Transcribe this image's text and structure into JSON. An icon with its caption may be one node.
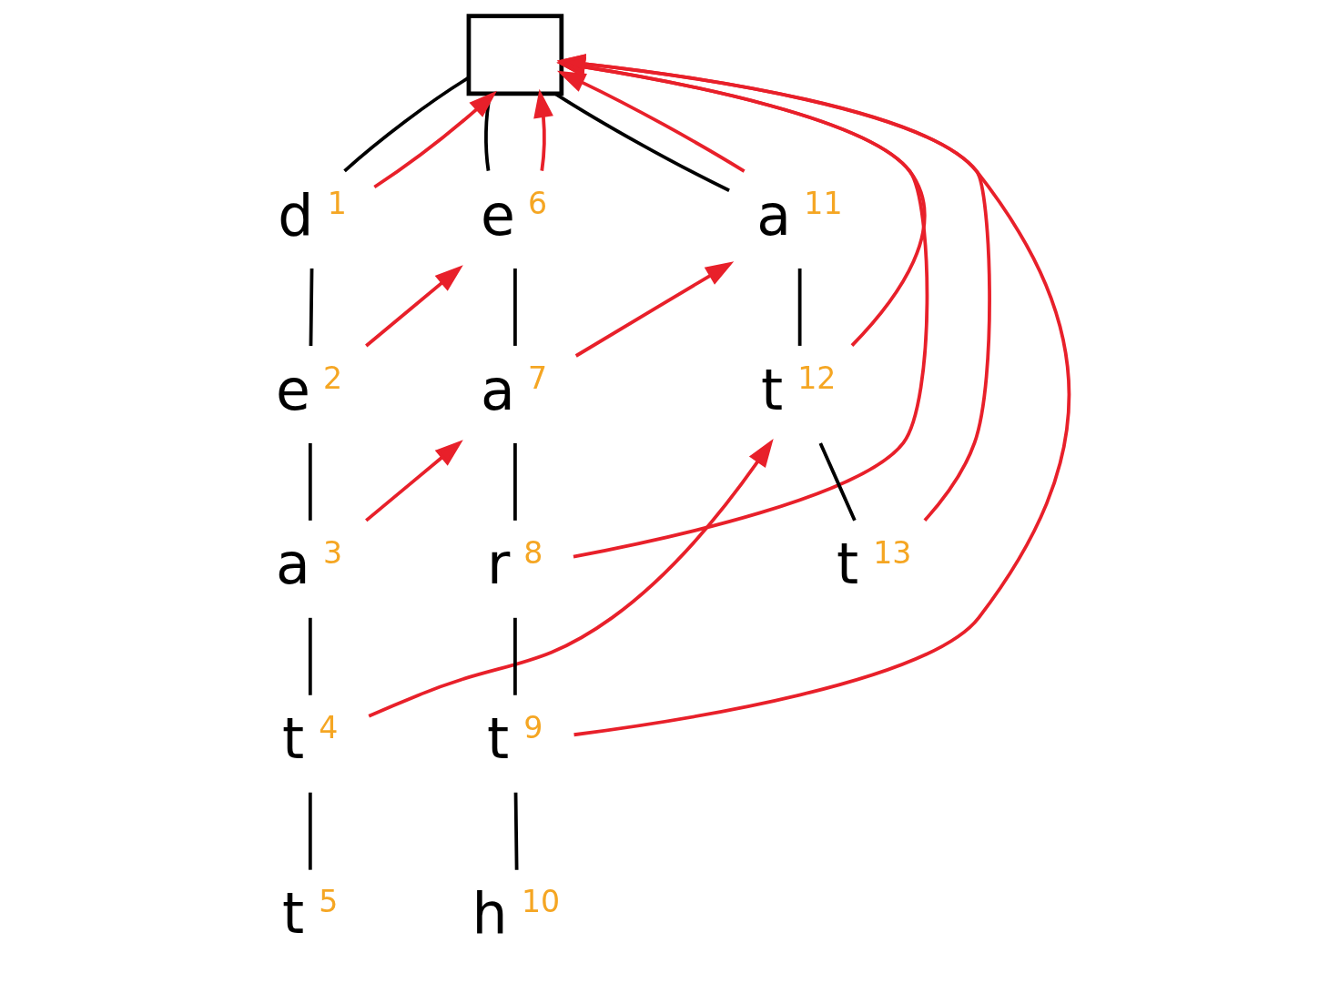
{
  "diagram": {
    "nodes": [
      {
        "text": [],
        "shape": "box"
      },
      {
        "text": [
          "d"
        ],
        "beside": [
          "1"
        ]
      },
      {
        "text": [
          "e"
        ],
        "beside": [
          "2"
        ]
      },
      {
        "text": [
          "a"
        ],
        "beside": [
          "3"
        ]
      },
      {
        "text": [
          "t"
        ],
        "beside": [
          "4"
        ]
      },
      {
        "text": [
          "t"
        ],
        "beside": [
          "5"
        ]
      },
      {
        "text": [
          "e"
        ],
        "beside": [
          "6"
        ]
      },
      {
        "text": [
          "a"
        ],
        "beside": [
          "7"
        ]
      },
      {
        "text": [
          "r"
        ],
        "beside": [
          "8"
        ]
      },
      {
        "text": [
          "t"
        ],
        "beside": [
          "9"
        ]
      },
      {
        "text": [
          "h"
        ],
        "beside": [
          "10"
        ]
      },
      {
        "text": [
          "a"
        ],
        "beside": [
          "11"
        ]
      },
      {
        "text": [
          "t"
        ],
        "beside": [
          "12"
        ]
      },
      {
        "text": [
          "t"
        ],
        "beside": [
          "13"
        ]
      }
    ],
    "edges": [
      {
        "from": 0,
        "to": 1,
        "arrow": "none"
      },
      {
        "from": 1,
        "to": 2,
        "arrow": "none"
      },
      {
        "from": 2,
        "to": 3,
        "arrow": "none"
      },
      {
        "from": 3,
        "to": 4,
        "arrow": "none"
      },
      {
        "from": 4,
        "to": 5,
        "arrow": "none"
      },
      {
        "from": 0,
        "to": 6,
        "arrow": "none"
      },
      {
        "from": 6,
        "to": 7,
        "arrow": "none"
      },
      {
        "from": 7,
        "to": 8,
        "arrow": "none"
      },
      {
        "from": 8,
        "to": 9,
        "arrow": "none"
      },
      {
        "from": 9,
        "to": 10,
        "arrow": "none"
      },
      {
        "from": 0,
        "to": 11,
        "arrow": "none"
      },
      {
        "from": 11,
        "to": 12,
        "arrow": "none"
      },
      {
        "from": 12,
        "to": 13,
        "arrow": "none"
      },
      {
        "from": 1,
        "to": 0,
        "arrow": "to",
        "color": "#e8202a"
      },
      {
        "from": 2,
        "to": 6,
        "arrow": "to",
        "color": "#e8202a"
      },
      {
        "from": 3,
        "to": 7,
        "arrow": "to",
        "color": "#e8202a"
      },
      {
        "from": 4,
        "to": 12,
        "arrow": "to",
        "color": "#e8202a"
      },
      {
        "from": 6,
        "to": 0,
        "arrow": "to",
        "color": "#e8202a"
      },
      {
        "from": 7,
        "to": 11,
        "arrow": "to",
        "color": "#e8202a"
      },
      {
        "from": 8,
        "to": 0,
        "arrow": "to",
        "color": "#e8202a"
      },
      {
        "from": 9,
        "to": 0,
        "arrow": "to",
        "color": "#e8202a"
      },
      {
        "from": 11,
        "to": 0,
        "arrow": "to",
        "color": "#e8202a"
      },
      {
        "from": 12,
        "to": 0,
        "arrow": "to",
        "color": "#e8202a"
      },
      {
        "from": 13,
        "to": 0,
        "arrow": "to",
        "color": "#e8202a"
      }
    ]
  }
}
